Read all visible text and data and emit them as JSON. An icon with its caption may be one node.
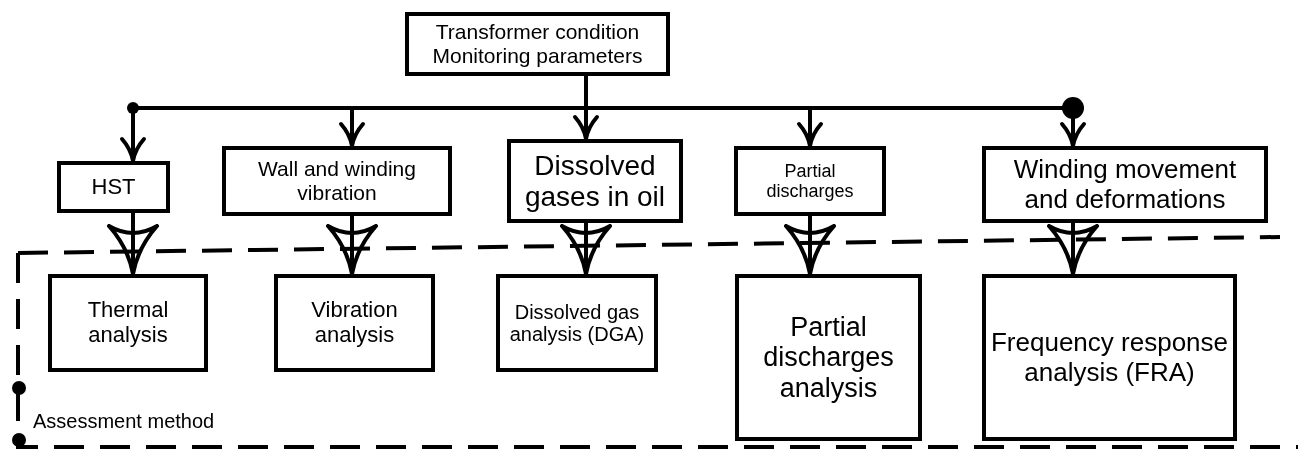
{
  "diagram": {
    "nodes": [
      {
        "text": [
          "Transformer condition Monitoring parameters"
        ]
      },
      {
        "text": [
          "HST"
        ]
      },
      {
        "text": [
          "Wall and winding vibration"
        ]
      },
      {
        "text": [
          "Dissolved gases in oil"
        ]
      },
      {
        "text": [
          "Partial discharges"
        ]
      },
      {
        "text": [
          "Winding movement and deformations"
        ]
      },
      {
        "text": [
          "Assessment method"
        ]
      },
      {
        "text": [
          "Thermal analysis"
        ],
        "in": 6
      },
      {
        "text": [
          "Vibration analysis"
        ],
        "in": 6
      },
      {
        "text": [
          "Dissolved gas analysis (DGA)"
        ],
        "in": 6
      },
      {
        "text": [
          "Partial discharges analysis"
        ],
        "in": 6
      },
      {
        "text": [
          "Frequency response analysis (FRA)"
        ],
        "in": 6
      }
    ],
    "edges": [
      {
        "from": 0,
        "to": 1,
        "arrow": "to"
      },
      {
        "from": 0,
        "to": 2,
        "arrow": "to"
      },
      {
        "from": 0,
        "to": 3,
        "arrow": "to"
      },
      {
        "from": 0,
        "to": 4,
        "arrow": "to"
      },
      {
        "from": 0,
        "to": 5,
        "arrow": "to"
      },
      {
        "from": 1,
        "to": 7,
        "arrow": "to"
      },
      {
        "from": 2,
        "to": 8,
        "arrow": "to"
      },
      {
        "from": 3,
        "to": 9,
        "arrow": "to"
      },
      {
        "from": 4,
        "to": 10,
        "arrow": "to"
      },
      {
        "from": 5,
        "to": 11,
        "arrow": "to"
      }
    ]
  }
}
